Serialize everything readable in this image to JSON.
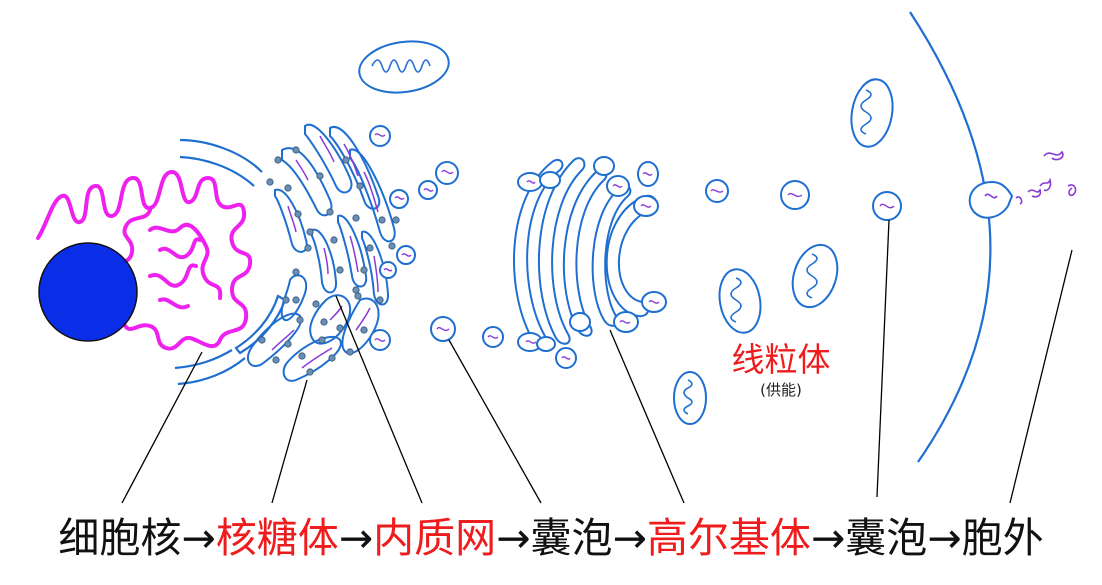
{
  "pathway": [
    {
      "text": "细胞核",
      "color": "black"
    },
    {
      "text": "→",
      "color": "black"
    },
    {
      "text": "核糖体",
      "color": "red"
    },
    {
      "text": "→",
      "color": "black"
    },
    {
      "text": "内质网",
      "color": "red"
    },
    {
      "text": "→",
      "color": "black"
    },
    {
      "text": "囊泡",
      "color": "black"
    },
    {
      "text": "→",
      "color": "black"
    },
    {
      "text": "高尔基体",
      "color": "red"
    },
    {
      "text": "→",
      "color": "black"
    },
    {
      "text": "囊泡",
      "color": "black"
    },
    {
      "text": "→",
      "color": "black"
    },
    {
      "text": "胞外",
      "color": "black"
    }
  ],
  "mitochondrion_label": {
    "name": "线粒体",
    "function": "(供能)"
  },
  "colors": {
    "nucleus": "#0a2ee8",
    "chromatin": "#ee22ee",
    "membrane": "#1f6fd1",
    "ribosome": "#6a8fb5",
    "protein": "#8a3ad8",
    "highlight_text": "#ee1c1c",
    "leader_line": "#000000"
  }
}
